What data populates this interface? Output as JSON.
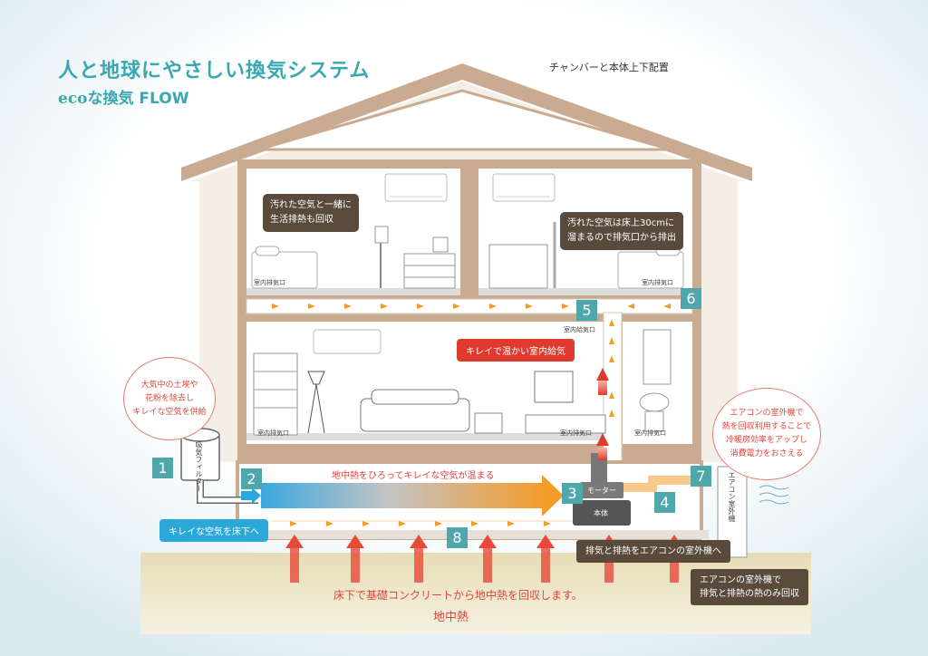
{
  "title": "人と地球にやさしい換気システム",
  "subtitle_eco": "eco",
  "subtitle_rest": "な換気 FLOW",
  "configuration": "チャンバーと本体上下配置",
  "bubble_left": [
    "汚れた空気と一緒に",
    "生活排熱も回収"
  ],
  "bubble_right": [
    "汚れた空気は床上30cmに",
    "溜まるので排気口から排出"
  ],
  "filter_note": [
    "大気中の土埃や",
    "花粉を除去し",
    "キレイな空気を供給"
  ],
  "outdoor_note": [
    "エアコンの室外機で",
    "熱を回収利用することで",
    "冷暖房効率をアップし",
    "消費電力をおさえる"
  ],
  "labels": {
    "exhaust_upper_left": "室内排気口",
    "exhaust_upper_right": "室内排気口",
    "supply_vent": "室内給気口",
    "exhaust_living_left": "室内排気口",
    "exhaust_living_right": "室内排気口",
    "exhaust_bath": "室内排気口",
    "filter": "吸気フィルター",
    "motor": "モーター",
    "unit": "本体",
    "outdoor_unit": "エアコン室外機"
  },
  "warm_supply": "キレイで温かい室内給気",
  "underfloor_msg": "地中熱をひろってキレイな空気が温まる",
  "clean_air_label": "キレイな空気を床下へ",
  "exhaust_to_ac": "排気と排熱をエアコンの室外機へ",
  "ac_recovery": [
    "エアコンの室外機で",
    "排気と排熱の熱のみ回収"
  ],
  "ground_msg": "床下で基礎コンクリートから地中熱を回収します。",
  "ground_heat": "地中熱",
  "steps": [
    "1",
    "2",
    "3",
    "4",
    "5",
    "6",
    "7",
    "8"
  ],
  "colors": {
    "accent": "#4fa7ac",
    "roof": "#c9ab92",
    "wall": "#f4efe6",
    "red": "#e03a2e",
    "blue": "#2aa8d8",
    "orange": "#f39c2a",
    "brown": "#5a4a3c"
  }
}
